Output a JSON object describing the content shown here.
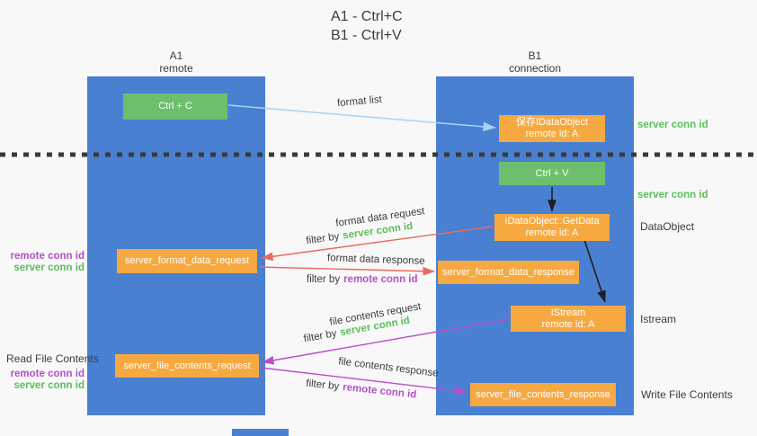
{
  "title": {
    "line1": "A1 - Ctrl+C",
    "line2": "B1 - Ctrl+V"
  },
  "columns": {
    "left": {
      "title": "A1",
      "subtitle": "remote"
    },
    "right": {
      "title": "B1",
      "subtitle": "connection"
    }
  },
  "nodes": {
    "ctrl_c": {
      "label": "Ctrl + C"
    },
    "save_dataobject": {
      "line1": "保存IDataObject",
      "line2": "remote id: A"
    },
    "ctrl_v": {
      "label": "Ctrl + V"
    },
    "getdata": {
      "line1": "IDataObject::GetData",
      "line2": "remote id: A"
    },
    "format_request": {
      "label": "server_format_data_request"
    },
    "format_response": {
      "label": "server_format_data_response"
    },
    "istream": {
      "line1": "IStream",
      "line2": "remote id: A"
    },
    "file_request": {
      "label": "server_file_contents_request"
    },
    "file_response": {
      "label": "server_file_contents_response"
    }
  },
  "arrow_labels": {
    "format_list": "format list",
    "format_data_request": "format data request",
    "format_data_response": "format data response",
    "file_contents_request": "file contents request",
    "file_contents_response": "file contents response",
    "filter_by": "filter by",
    "server_conn_id": "server conn id",
    "remote_conn_id": "remote conn id"
  },
  "side_labels": {
    "server_conn_id_top": "server conn id",
    "server_conn_id_mid": "server conn id",
    "dataobject": "DataObject",
    "istream": "Istream",
    "write_file_contents": "Write File Contents",
    "read_file_contents": "Read File Contents",
    "remote_conn_id": "remote conn id",
    "server_conn_id": "server conn id"
  },
  "colors": {
    "column_blue": "#4a80d2",
    "green_box": "#6dbf6d",
    "orange_box": "#f7a941",
    "green_text": "#5cbd5c",
    "purple_text": "#b44fc8",
    "red_arrow": "#e96a5f",
    "magenta_arrow": "#bb4ec9",
    "light_blue_arrow": "#a9d3f5",
    "black_arrow": "#1e1e1e"
  }
}
